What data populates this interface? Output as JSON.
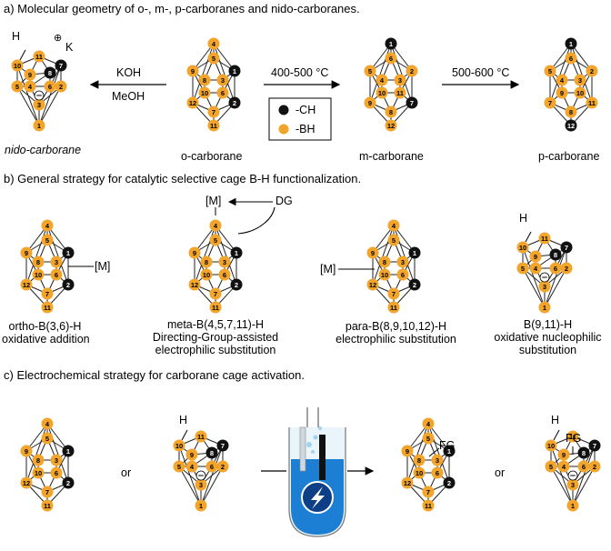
{
  "colors": {
    "boron": "#f2a52a",
    "carbon": "#111111",
    "liquid": "#1d7fd4",
    "text": "#000000"
  },
  "section_a": {
    "title": "a) Molecular geometry of o-, m-, p-carboranes and nido-carboranes.",
    "koh": "KOH",
    "meoh": "MeOH",
    "temp1": "400-500 °C",
    "temp2": "500-600 °C",
    "legend_ch": "-CH",
    "legend_bh": "-BH",
    "nido_label": "nido-carborane",
    "ortho_label": "o-carborane",
    "meta_label": "m-carborane",
    "para_label": "p-carborane",
    "h_label": "H",
    "k_label": "K",
    "charge_plus": "⊕"
  },
  "section_b": {
    "title": "b) General strategy for catalytic selective cage B-H functionalization.",
    "m_label": "[M]",
    "dg_label": "DG",
    "h_label": "H",
    "caption1_l1": "ortho-B(3,6)-H",
    "caption1_l2": "oxidative addition",
    "caption2_l1": "meta-B(4,5,7,11)-H",
    "caption2_l2": "Directing-Group-assisted",
    "caption2_l3": "electrophilic substitution",
    "caption3_l1": "para-B(8,9,10,12)-H",
    "caption3_l2": "electrophilic substitution",
    "caption4_l1": "B(9,11)-H",
    "caption4_l2": "oxidative nucleophilic",
    "caption4_l3": "substitution"
  },
  "section_c": {
    "title": "c) Electrochemical strategy for carborane cage activation.",
    "or1": "or",
    "or2": "or",
    "fg1": "FG",
    "fg2": "FG",
    "h_label": "H"
  },
  "closo_numbers": [
    "4",
    "5",
    "9",
    "8",
    "3",
    "1",
    "10",
    "6",
    "12",
    "2",
    "7",
    "11"
  ],
  "meta_numbers": [
    "1",
    "6",
    "5",
    "4",
    "3",
    "2",
    "10",
    "11",
    "9",
    "7",
    "8",
    "12"
  ],
  "para_numbers": [
    "1",
    "6",
    "5",
    "4",
    "3",
    "2",
    "9",
    "10",
    "7",
    "11",
    "8",
    "12"
  ],
  "nido_numbers": [
    "11",
    "10",
    "9",
    "8",
    "7",
    "5",
    "4",
    "6",
    "2",
    "3",
    "1"
  ]
}
